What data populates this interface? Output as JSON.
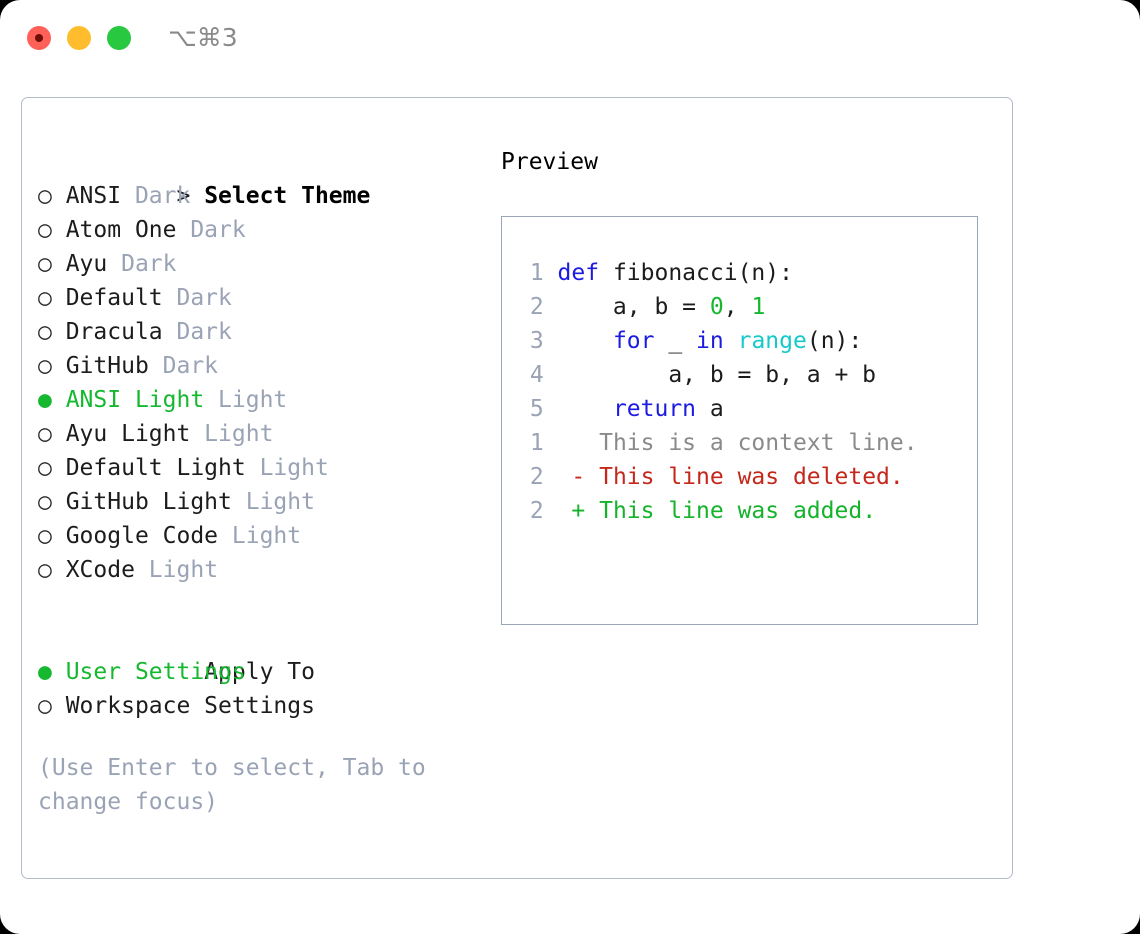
{
  "titlebar": {
    "shortcut": "⌥⌘3",
    "buttons": [
      {
        "name": "close",
        "color": "#ff6159"
      },
      {
        "name": "minimize",
        "color": "#ffbd2e"
      },
      {
        "name": "zoom",
        "color": "#28c840"
      }
    ]
  },
  "theme_picker": {
    "heading_prefix": "> ",
    "heading": "Select Theme",
    "radio_empty": "○ ",
    "radio_filled": "● ",
    "items": [
      {
        "name": "ANSI",
        "kind": " Dark",
        "selected": false
      },
      {
        "name": "Atom One",
        "kind": " Dark",
        "selected": false
      },
      {
        "name": "Ayu",
        "kind": " Dark",
        "selected": false
      },
      {
        "name": "Default",
        "kind": " Dark",
        "selected": false
      },
      {
        "name": "Dracula",
        "kind": " Dark",
        "selected": false
      },
      {
        "name": "GitHub",
        "kind": " Dark",
        "selected": false
      },
      {
        "name": "ANSI Light",
        "kind": " Light",
        "selected": true
      },
      {
        "name": "Ayu Light",
        "kind": " Light",
        "selected": false
      },
      {
        "name": "Default Light",
        "kind": " Light",
        "selected": false
      },
      {
        "name": "GitHub Light",
        "kind": " Light",
        "selected": false
      },
      {
        "name": "Google Code",
        "kind": " Light",
        "selected": false
      },
      {
        "name": "XCode",
        "kind": " Light",
        "selected": false
      }
    ]
  },
  "apply_to": {
    "heading_prefix": "  ",
    "heading": "Apply To",
    "options": [
      {
        "label": "User Settings",
        "selected": true
      },
      {
        "label": "Workspace Settings",
        "selected": false
      }
    ]
  },
  "hint": "(Use Enter to select, Tab to change focus)",
  "preview": {
    "title": "Preview",
    "code_lines": [
      {
        "no": "1",
        "tokens": [
          {
            "t": "def",
            "c": "kw"
          },
          {
            "t": " fibonacci(n):",
            "c": "pln"
          }
        ]
      },
      {
        "no": "2",
        "tokens": [
          {
            "t": "    a, b = ",
            "c": "pln"
          },
          {
            "t": "0",
            "c": "num"
          },
          {
            "t": ", ",
            "c": "pln"
          },
          {
            "t": "1",
            "c": "num"
          }
        ]
      },
      {
        "no": "3",
        "tokens": [
          {
            "t": "    ",
            "c": "pln"
          },
          {
            "t": "for",
            "c": "kw"
          },
          {
            "t": " _ ",
            "c": "pln"
          },
          {
            "t": "in",
            "c": "kw"
          },
          {
            "t": " ",
            "c": "pln"
          },
          {
            "t": "range",
            "c": "fn"
          },
          {
            "t": "(n):",
            "c": "pln"
          }
        ]
      },
      {
        "no": "4",
        "tokens": [
          {
            "t": "        a, b = b, a + b",
            "c": "pln"
          }
        ]
      },
      {
        "no": "5",
        "tokens": [
          {
            "t": "    ",
            "c": "pln"
          },
          {
            "t": "return",
            "c": "kw"
          },
          {
            "t": " a",
            "c": "pln"
          }
        ]
      }
    ],
    "diff_lines": [
      {
        "no": "1",
        "marker": "  ",
        "text": "This is a context line.",
        "kind": "d-ctx"
      },
      {
        "no": "2",
        "marker": "- ",
        "text": "This line was deleted.",
        "kind": "d-del"
      },
      {
        "no": "2",
        "marker": "+ ",
        "text": "This line was added.",
        "kind": "d-add"
      }
    ]
  },
  "colors": {
    "selected_green": "#16b830",
    "muted_grey": "#9aa3b5",
    "keyword_blue": "#1b1be2",
    "function_cyan": "#17c9c9",
    "number_green": "#16b830",
    "diff_deleted_red": "#c4281c",
    "diff_added_green": "#15b32b",
    "panel_border": "#b4bcc9",
    "preview_border": "#9aa5b8"
  }
}
